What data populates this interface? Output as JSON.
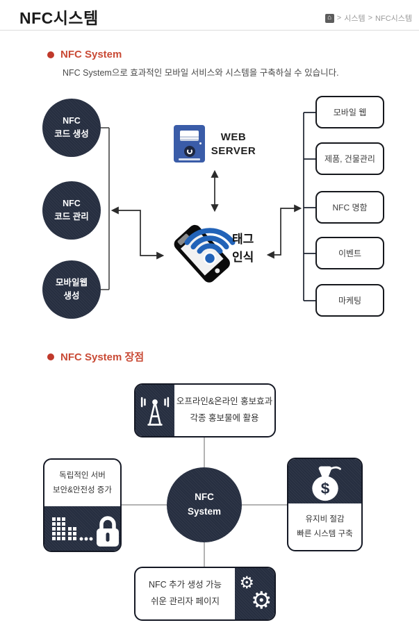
{
  "header": {
    "title": "NFC시스템",
    "breadcrumb": {
      "home_glyph": "⌂",
      "sep": ">",
      "items": [
        "시스템",
        "NFC시스템"
      ]
    }
  },
  "section_intro": {
    "heading": "NFC System",
    "description": "NFC System으로 효과적인 모바일 서비스와 시스템을 구축하실 수 있습니다."
  },
  "diagram1": {
    "circles": [
      "NFC\n코드 생성",
      "NFC\n코드 관리",
      "모바일웹\n생성"
    ],
    "server_label": "WEB\nSERVER",
    "tag_label": "태그\n인식",
    "boxes": [
      "모바일 웹",
      "제품, 건물관리",
      "NFC 명함",
      "이벤트",
      "마케팅"
    ]
  },
  "section_benefits": {
    "heading": "NFC System 장점"
  },
  "diagram2": {
    "center_label": "NFC\nSystem",
    "top_text": "오프라인&온라인 홍보효과\n각종 홍보물에 활용",
    "left_text": "독립적인 서버\n보안&안전성 증가",
    "right_text": "유지비 절감\n빠른 시스템 구축",
    "bottom_text": "NFC 추가 생성 가능\n쉬운 관리자 페이지"
  },
  "icons": {
    "dollar": "$",
    "gear": "⚙",
    "ellipsis_dots": "…"
  },
  "colors": {
    "navy": "#262e40",
    "accent_red": "#c94a35",
    "breadcrumb_gray": "#9a9a9a",
    "line_gray": "#b3b3b3",
    "server_blue": "#3a5ca8",
    "wifi_blue": "#2263b8"
  }
}
